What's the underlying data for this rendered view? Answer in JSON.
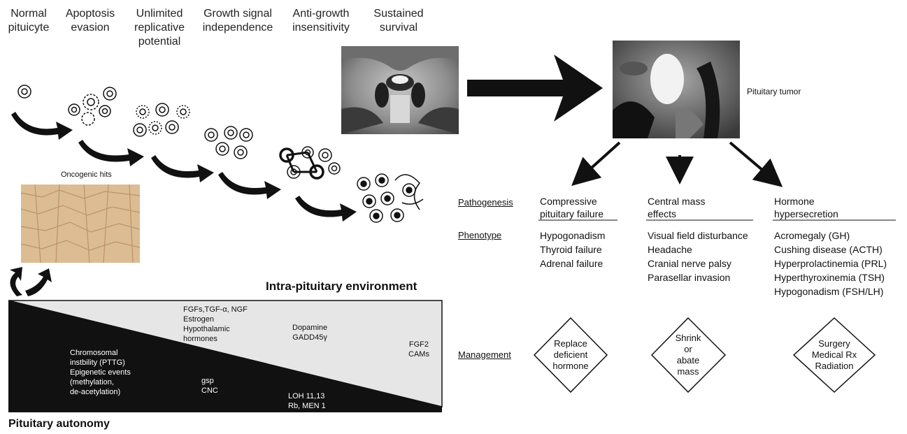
{
  "stages": [
    {
      "line1": "Normal",
      "line2": "pituicyte",
      "line3": ""
    },
    {
      "line1": "Apoptosis",
      "line2": "evasion",
      "line3": ""
    },
    {
      "line1": "Unlimited",
      "line2": "replicative",
      "line3": "potential"
    },
    {
      "line1": "Growth signal",
      "line2": "independence",
      "line3": ""
    },
    {
      "line1": "Anti-growth",
      "line2": "insensitivity",
      "line3": ""
    },
    {
      "line1": "Sustained",
      "line2": "survival",
      "line3": ""
    }
  ],
  "oncogenic_hits": "Oncogenic hits",
  "pituitary_tumor": "Pituitary tumor",
  "intra_env_title": "Intra-pituitary environment",
  "pituitary_autonomy": "Pituitary autonomy",
  "wedge_light": {
    "group1": [
      "FGFs,TGF-α, NGF",
      "Estrogen",
      "Hypothalamic",
      "hormones"
    ],
    "group2": [
      "Dopamine",
      "GADD45γ"
    ],
    "group3": [
      "FGF2",
      "CAMs"
    ]
  },
  "wedge_dark": {
    "group1": [
      "Chromosomal",
      "instbility (PTTG)",
      "Epigenetic events",
      "(methylation,",
      "de-acetylation)"
    ],
    "group2": [
      "gsp",
      "CNC"
    ],
    "group3": [
      "LOH 11,13",
      "Rb, MEN 1"
    ]
  },
  "row_labels": {
    "pathogenesis": "Pathogenesis",
    "phenotype": "Phenotype",
    "management": "Management"
  },
  "columns": [
    {
      "header": [
        "Compressive",
        "pituitary failure"
      ],
      "phenotype": [
        "Hypogonadism",
        "Thyroid failure",
        "Adrenal failure"
      ],
      "management": [
        "Replace",
        "deficient",
        "hormone"
      ]
    },
    {
      "header": [
        "Central mass",
        "effects"
      ],
      "phenotype": [
        "Visual field disturbance",
        "Headache",
        "Cranial nerve palsy",
        "Parasellar invasion"
      ],
      "management": [
        "Shrink",
        "or",
        "abate",
        "mass"
      ]
    },
    {
      "header": [
        "Hormone",
        "hypersecretion"
      ],
      "phenotype": [
        "Acromegaly (GH)",
        "Cushing disease (ACTH)",
        "Hyperprolactinemia (PRL)",
        "Hyperthyroxinemia (TSH)",
        "Hypogonadism (FSH/LH)"
      ],
      "management": [
        "Surgery",
        "Medical Rx",
        "Radiation"
      ]
    }
  ],
  "colors": {
    "dark_wedge": "#111111",
    "light_wedge": "#e6e6e6",
    "histology": "#d9b98f"
  }
}
